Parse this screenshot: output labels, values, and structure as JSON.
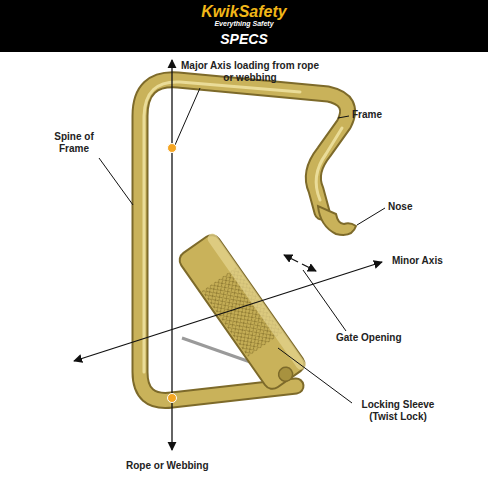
{
  "diagram": {
    "title": "SPECS",
    "labels": [
      "KwikSafety",
      "Everything Safety",
      "Major Axis loading from rope or webbing",
      "Frame",
      "Spine of Frame",
      "Nose",
      "Minor Axis",
      "Gate Opening",
      "Locking Sleeve (Twist Lock)",
      "Rope or Webbing"
    ]
  }
}
